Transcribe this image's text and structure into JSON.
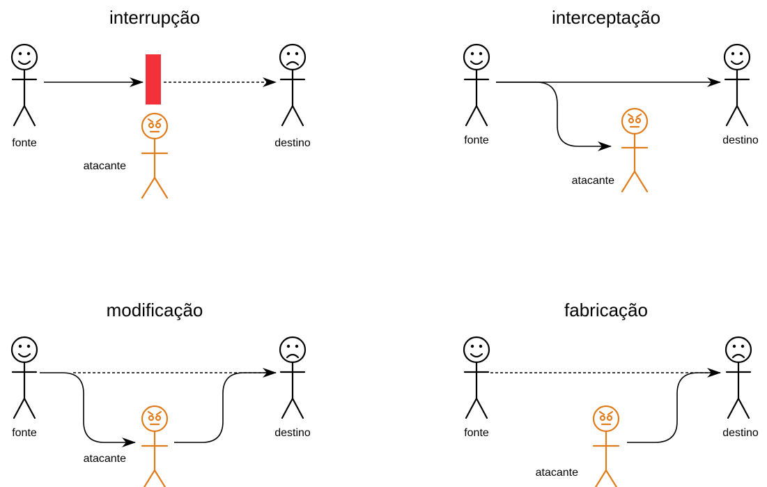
{
  "colors": {
    "person": "#000000",
    "attacker": "#e07b1a",
    "block": "#f2313b"
  },
  "roles": {
    "source": "fonte",
    "destination": "destino",
    "attacker": "atacante"
  },
  "panels": {
    "interruption": {
      "title": "interrupção"
    },
    "interception": {
      "title": "interceptação"
    },
    "modification": {
      "title": "modificação"
    },
    "fabrication": {
      "title": "fabricação"
    }
  }
}
